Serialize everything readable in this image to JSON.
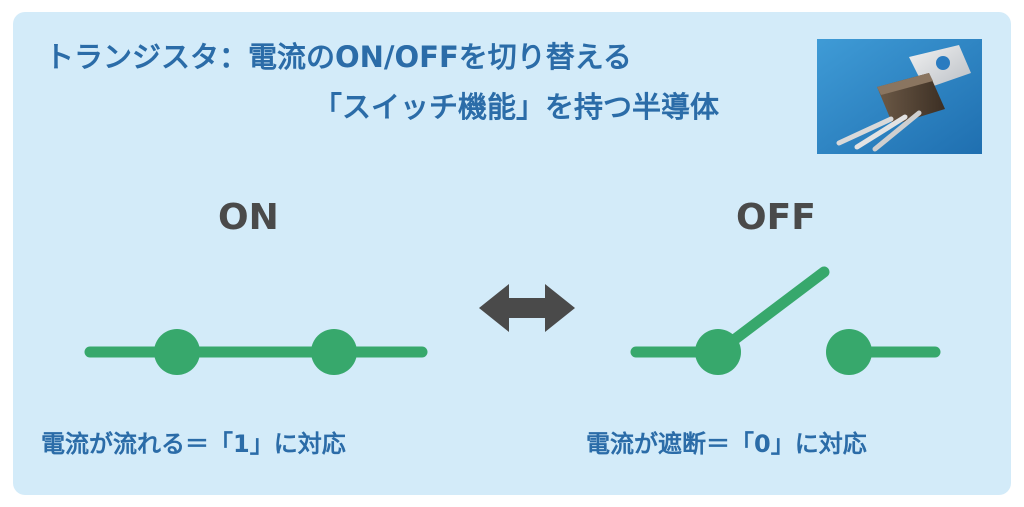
{
  "title": {
    "line1": "トランジスタ：電流のON/OFFを切り替える",
    "line2": "「スイッチ機能」を持つ半導体"
  },
  "states": {
    "on": {
      "label": "ON",
      "caption": "電流が流れる＝「1」に対応"
    },
    "off": {
      "label": "OFF",
      "caption": "電流が遮断＝「0」に対応"
    }
  },
  "colors": {
    "panel_background": "#d3ebf9",
    "title_text": "#2b6ca8",
    "wire_green": "#37a86c",
    "arrow_gray": "#4a4a4a"
  },
  "icons": {
    "exchange": "double-headed-arrow-icon",
    "photo": "transistor-photo"
  }
}
